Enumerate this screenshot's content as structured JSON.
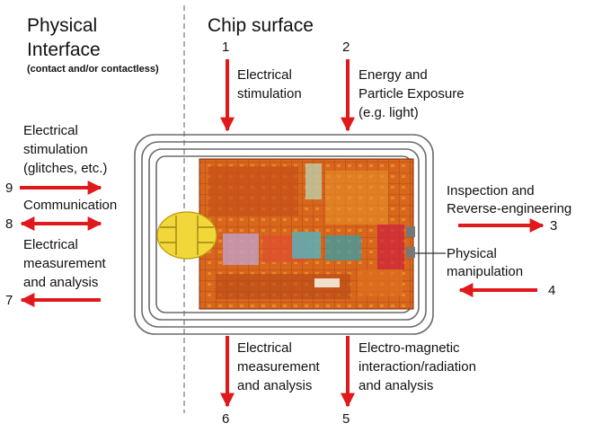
{
  "headers": {
    "physical_interface": [
      "Physical",
      "Interface"
    ],
    "physical_interface_note": "(contact and/or contactless)",
    "chip_surface": "Chip surface"
  },
  "attacks": [
    {
      "number": "1",
      "label": [
        "Electrical",
        "stimulation"
      ],
      "direction": "in",
      "side": "top"
    },
    {
      "number": "2",
      "label": [
        "Energy and",
        "Particle Exposure",
        "(e.g. light)"
      ],
      "direction": "in",
      "side": "top"
    },
    {
      "number": "3",
      "label": [
        "Inspection and",
        "Reverse-engineering"
      ],
      "direction": "out",
      "side": "right"
    },
    {
      "number": "4",
      "label": [
        "Physical",
        "manipulation"
      ],
      "direction": "in",
      "side": "right"
    },
    {
      "number": "5",
      "label": [
        "Electro-magnetic",
        "interaction/radiation",
        "and analysis"
      ],
      "direction": "out",
      "side": "bottom"
    },
    {
      "number": "6",
      "label": [
        "Electrical",
        "measurement",
        "and analysis"
      ],
      "direction": "out",
      "side": "bottom"
    },
    {
      "number": "7",
      "label": [
        "Electrical",
        "measurement",
        "and analysis"
      ],
      "direction": "out",
      "side": "left"
    },
    {
      "number": "8",
      "label": [
        "Communication"
      ],
      "direction": "both",
      "side": "left"
    },
    {
      "number": "9",
      "label": [
        "Electrical",
        "stimulation",
        "(glitches, etc.)"
      ],
      "direction": "in",
      "side": "left"
    }
  ],
  "colors": {
    "arrow": "#e0191c",
    "card_outline": "#6a6a6a",
    "die": "#d8661c",
    "contact_pad": "#f2d73a",
    "divider": "#777777"
  }
}
